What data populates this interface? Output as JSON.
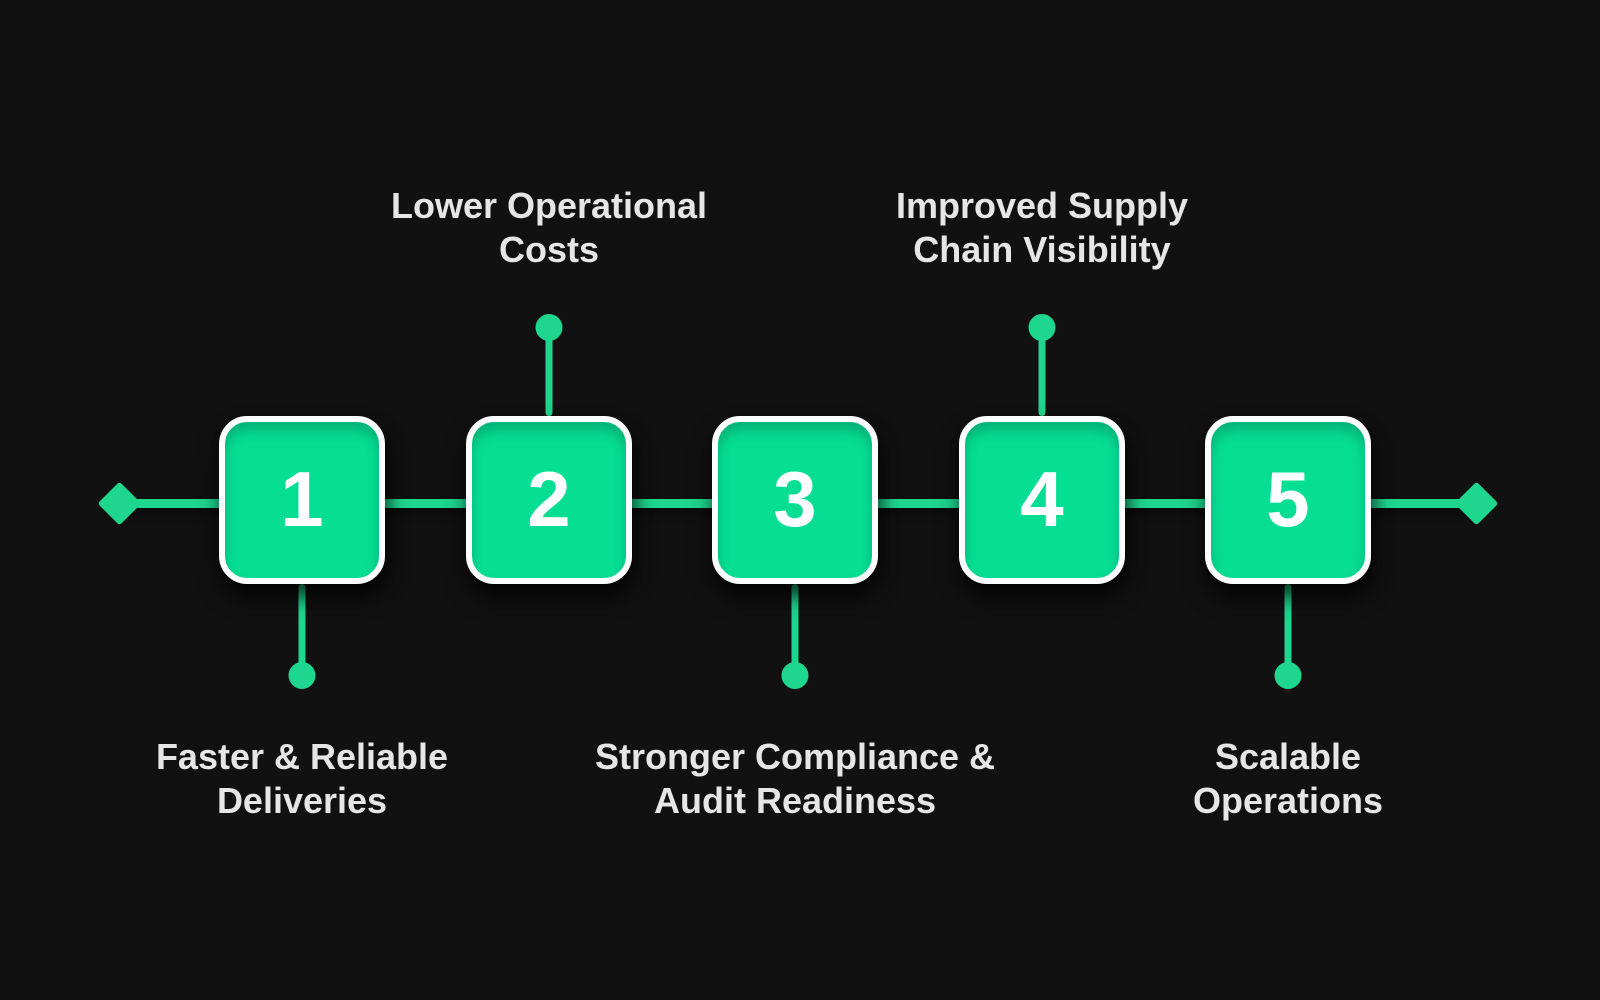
{
  "colors": {
    "background": "#111111",
    "box_fill": "#06DE94",
    "box_border": "#FFFFFF",
    "connector": "#1FD68E",
    "number_text": "#FFFFFF",
    "label_text": "#E6E6E6"
  },
  "timeline": {
    "orientation": "horizontal",
    "start_cap": "diamond",
    "end_cap": "diamond"
  },
  "steps": [
    {
      "number": "1",
      "label": "Faster & Reliable\nDeliveries",
      "label_position": "below"
    },
    {
      "number": "2",
      "label": "Lower Operational\nCosts",
      "label_position": "above"
    },
    {
      "number": "3",
      "label": "Stronger Compliance &\nAudit Readiness",
      "label_position": "below"
    },
    {
      "number": "4",
      "label": "Improved Supply\nChain Visibility",
      "label_position": "above"
    },
    {
      "number": "5",
      "label": "Scalable\nOperations",
      "label_position": "below"
    }
  ]
}
